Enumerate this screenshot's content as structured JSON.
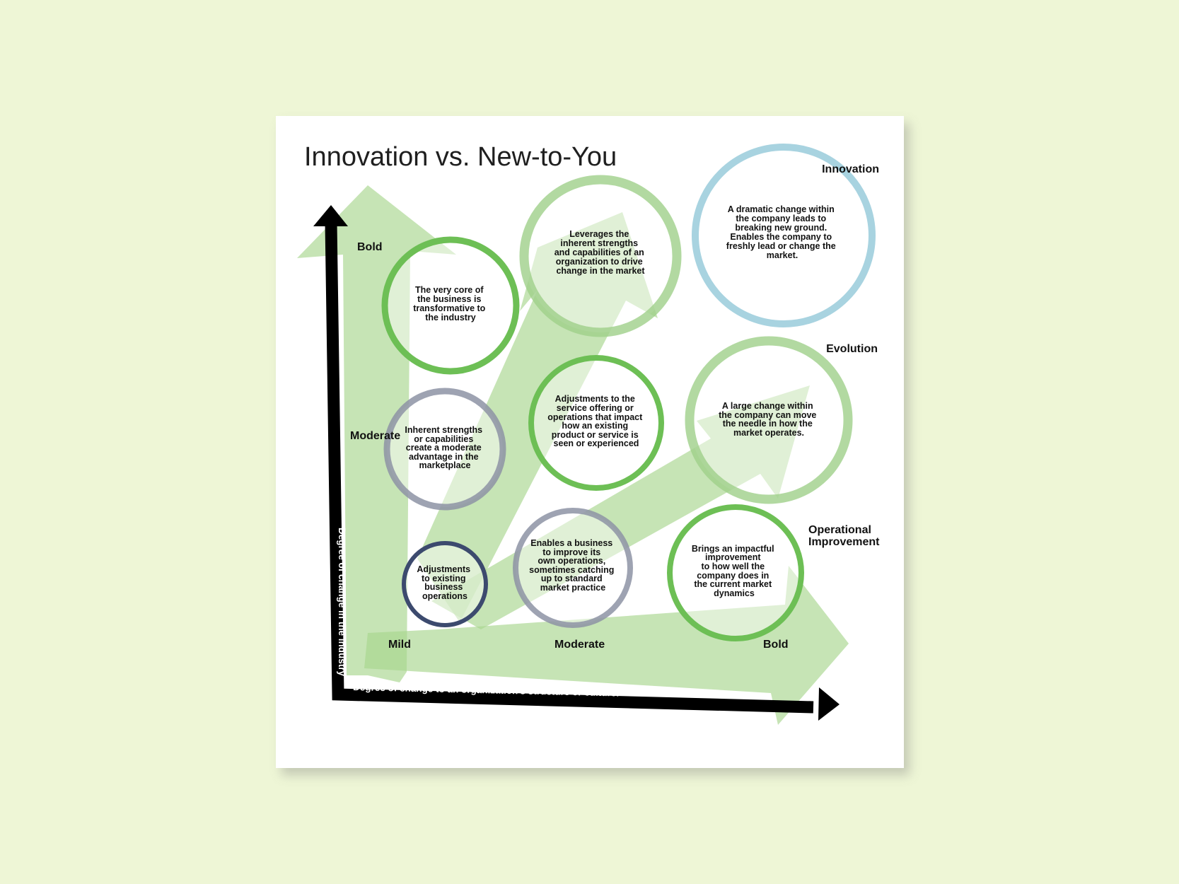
{
  "title": "Innovation vs. New-to-You",
  "axes": {
    "y_label": "Degree of change in the industry",
    "x_label": "Degree of change to an organization’s structure or culture."
  },
  "y_levels": {
    "bold": "Bold",
    "moderate": "Moderate"
  },
  "x_levels": {
    "mild": "Mild",
    "moderate": "Moderate",
    "bold": "Bold"
  },
  "categories": {
    "innovation": "Innovation",
    "evolution": "Evolution",
    "operational_line1": "Operational",
    "operational_line2": "Improvement"
  },
  "circles": {
    "mild_bold": [
      "The very core of",
      "the business is",
      "transformative to",
      "the industry"
    ],
    "moderate_bold": [
      "Leverages the",
      "inherent strengths",
      "and capabilities of an",
      "organization to drive",
      "change in the market"
    ],
    "bold_bold": [
      "A dramatic change within",
      "the company leads to",
      "breaking new ground.",
      "Enables the company to",
      "freshly lead or change the",
      "market."
    ],
    "mild_moderate": [
      "Inherent strengths",
      "or capabilities",
      "create a moderate",
      "advantage in the",
      "marketplace"
    ],
    "moderate_moderate": [
      "Adjustments to the",
      "service offering or",
      "operations that impact",
      "how an existing",
      "product or service is",
      "seen or experienced"
    ],
    "bold_moderate": [
      "A large change within",
      "the company can move",
      "the needle in how the",
      "market operates."
    ],
    "mild_mild": [
      "Adjustments",
      "to existing",
      "business",
      "operations"
    ],
    "moderate_mild": [
      "Enables a business",
      "to improve its",
      "own operations,",
      "sometimes catching",
      "up to standard",
      "market practice"
    ],
    "bold_mild": [
      "Brings an impactful",
      "improvement",
      "to how well the",
      "company does in",
      "the current market",
      "dynamics"
    ]
  },
  "colors": {
    "background": "#eef6d6",
    "arrow_fill": "#a8d58e",
    "green_ring": "#6dbf55",
    "light_green_ring": "#9fd08a",
    "blue_ring": "#a8d3e0",
    "gray_ring": "#8d93a5",
    "navy_ring": "#3c4a6e",
    "axis": "#000000"
  }
}
